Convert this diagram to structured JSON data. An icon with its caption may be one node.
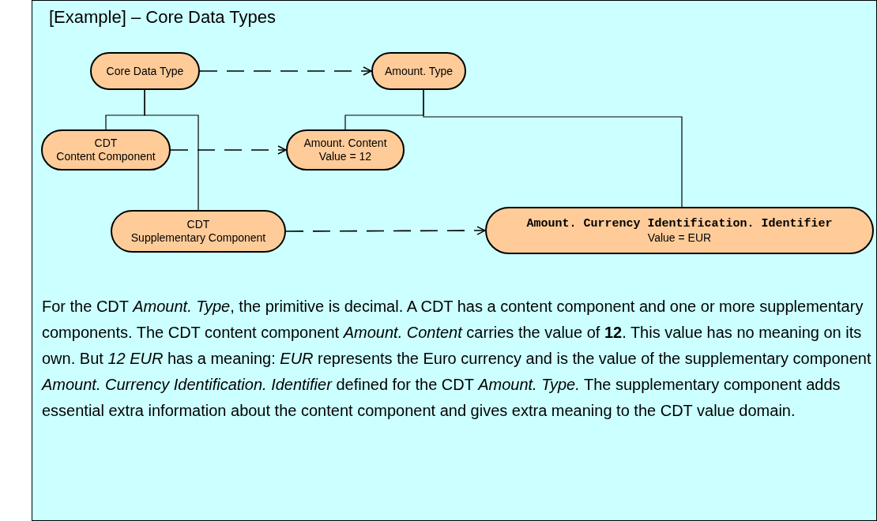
{
  "diagram": {
    "title": "[Example] – Core Data Types",
    "nodes": [
      {
        "text": [
          "Core Data Type"
        ]
      },
      {
        "text": [
          "Amount. Type"
        ]
      },
      {
        "text": [
          "CDT",
          "Content Component"
        ]
      },
      {
        "text": [
          "Amount. Content",
          "Value = 12"
        ]
      },
      {
        "text": [
          "CDT",
          "Supplementary Component"
        ]
      },
      {
        "text": [
          "Amount. Currency Identification. Identifier",
          "Value = EUR"
        ]
      }
    ],
    "edges": [
      {
        "from": 0,
        "to": 1,
        "arrow": "to",
        "style": "dashed"
      },
      {
        "from": 0,
        "to": 2,
        "arrow": "none"
      },
      {
        "from": 0,
        "to": 4,
        "arrow": "none"
      },
      {
        "from": 2,
        "to": 3,
        "arrow": "to",
        "style": "dashed"
      },
      {
        "from": 1,
        "to": 3,
        "arrow": "none"
      },
      {
        "from": 1,
        "to": 5,
        "arrow": "none"
      },
      {
        "from": 4,
        "to": 5,
        "arrow": "to",
        "style": "dashed"
      }
    ],
    "labels": [
      "For the CDT *Amount. Type*, the primitive is decimal. A CDT has a content component and one or more supplementary components. The CDT content component *Amount. Content* carries the value of **12**. This value has no meaning on its own. But *12 EUR* has a meaning: *EUR* represents the Euro currency and is the value of the supplementary component *Amount. Currency Identification. Identifier* defined for the CDT *Amount. Type.* The supplementary component adds essential extra information about the content component and gives extra meaning to the CDT value domain."
    ]
  }
}
